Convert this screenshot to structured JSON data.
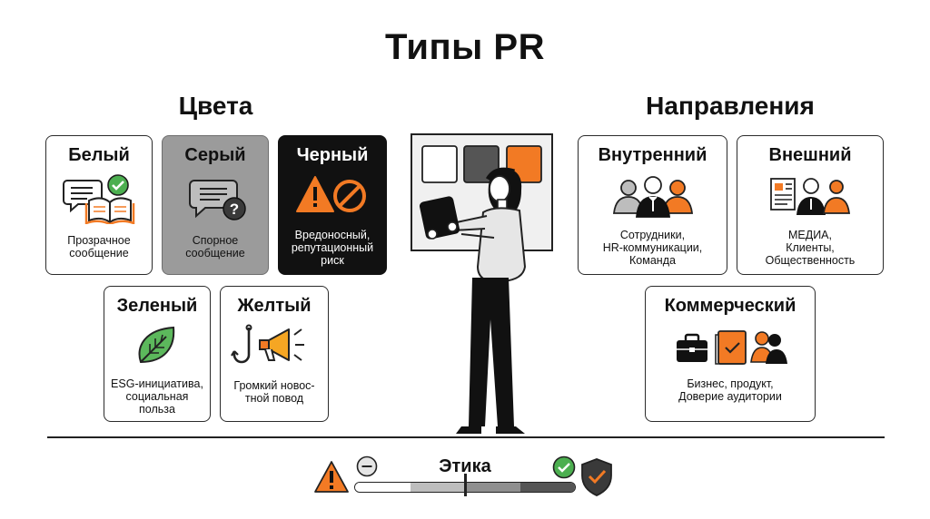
{
  "title": "Типы PR",
  "colors_section": {
    "heading": "Цвета",
    "cards": [
      {
        "title": "Белый",
        "desc": "Прозрачное\nсообщение",
        "icon": "open-book-speech-check-icon",
        "bg": "#ffffff"
      },
      {
        "title": "Серый",
        "desc": "Спорное\nсообщение",
        "icon": "speech-bubble-question-icon",
        "bg": "#9b9b9b"
      },
      {
        "title": "Черный",
        "desc": "Вредоносный,\nрепутационный\nриск",
        "icon": "warning-prohibited-icon",
        "bg": "#111111"
      },
      {
        "title": "Зеленый",
        "desc": "ESG-инициатива,\nсоциальная\nпольза",
        "icon": "leaf-icon",
        "bg": "#ffffff"
      },
      {
        "title": "Желтый",
        "desc": "Громкий новос-\nтной повод",
        "icon": "hook-megaphone-icon",
        "bg": "#ffffff"
      }
    ]
  },
  "directions_section": {
    "heading": "Направления",
    "cards": [
      {
        "title": "Внутренний",
        "desc": "Сотрудники,\nHR-коммуникации,\nКоманда",
        "icon": "team-people-icon"
      },
      {
        "title": "Внешний",
        "desc": "МЕДИА,\nКлиенты,\nОбщественность",
        "icon": "newspaper-people-icon"
      },
      {
        "title": "Коммерческий",
        "desc": "Бизнес, продукт,\nДоверие аудитории",
        "icon": "briefcase-book-people-icon"
      }
    ]
  },
  "center": {
    "board_swatches": [
      "#ffffff",
      "#555555",
      "#f27a24"
    ],
    "figure": "person-holding-tablet-at-board"
  },
  "ethics": {
    "label": "Этика",
    "scale_level": 0.5,
    "left_icons": [
      "warning-triangle-icon",
      "minus-circle-icon"
    ],
    "right_icons": [
      "check-circle-icon",
      "shield-check-icon"
    ]
  },
  "palette": {
    "accent": "#f27a24",
    "green": "#4caf50",
    "dark": "#111111",
    "gray": "#9b9b9b"
  }
}
